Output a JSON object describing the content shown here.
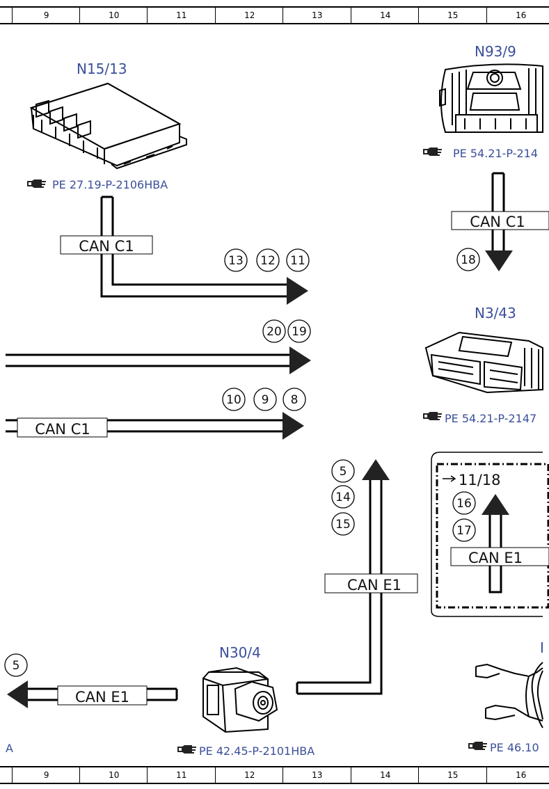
{
  "ruler": {
    "columns": [
      "9",
      "10",
      "11",
      "12",
      "13",
      "14",
      "15",
      "16"
    ]
  },
  "components": {
    "n15_13": {
      "label": "N15/13",
      "ref": "PE 27.19-P-2106HBA"
    },
    "n93_9": {
      "label": "N93/9",
      "ref": "PE 54.21-P-214"
    },
    "n3_43": {
      "label": "N3/43",
      "ref": "PE 54.21-P-2147"
    },
    "n30_4": {
      "label": "N30/4",
      "ref": "PE 42.45-P-2101HBA"
    },
    "steering": {
      "ref": "PE 46.10"
    },
    "left_cut_label": "A"
  },
  "buses": {
    "can_c1_a": "CAN C1",
    "can_c1_b": "CAN C1",
    "can_c1_c": "CAN C1",
    "can_e1_a": "CAN E1",
    "can_e1_b": "CAN E1",
    "can_e1_c": "CAN E1"
  },
  "connection_numbers": {
    "row1": [
      "13",
      "12",
      "11"
    ],
    "n93_out": "18",
    "row2": [
      "20",
      "19"
    ],
    "row3": [
      "10",
      "9",
      "8"
    ],
    "vertical": [
      "5",
      "14",
      "15"
    ],
    "inset": [
      "16",
      "17"
    ],
    "left_end": "5"
  },
  "inset": {
    "page_ref": "11/18"
  }
}
